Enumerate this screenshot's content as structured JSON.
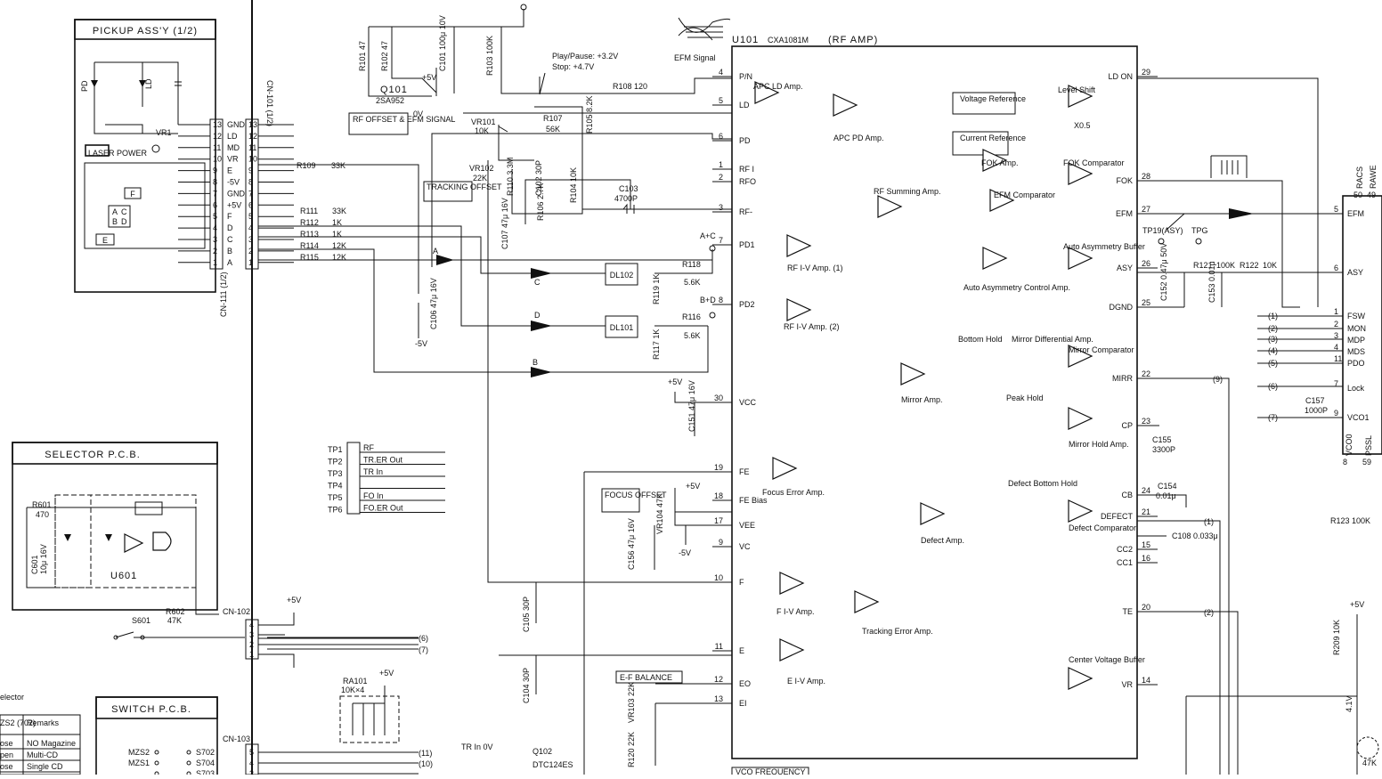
{
  "blocks": {
    "pickup": {
      "title": "PICKUP ASS'Y (1/2)",
      "laser_power": "LASER POWER",
      "vr": "VR1",
      "pd": "PD",
      "ld": "LD"
    },
    "selector": {
      "title": "SELECTOR P.C.B.",
      "u601": "U601",
      "r601": "R601",
      "r601v": "470",
      "c601": "C601",
      "c601v": "10μ 16V",
      "r602": "R602",
      "r602v": "47K",
      "s601": "S601"
    },
    "switch": {
      "title": "SWITCH P.C.B."
    },
    "ic": {
      "name": "U101",
      "part": "CXA1081M",
      "func": "(RF AMP)"
    }
  },
  "connectors": {
    "cn101": "CN-101 (1/2)",
    "cn111": "CN-111 (1/2)",
    "cn102": "CN-102",
    "cn103": "CN-103",
    "left_pins": [
      "13",
      "12",
      "11",
      "10",
      "9",
      "8",
      "7",
      "6",
      "5",
      "4",
      "3",
      "2",
      "1"
    ],
    "right_pins": [
      "13",
      "12",
      "11",
      "10",
      "9",
      "8",
      "7",
      "6",
      "5",
      "4",
      "3",
      "2",
      "1"
    ],
    "signals": [
      "GND",
      "LD",
      "MD",
      "VR",
      "E",
      "-5V",
      "GND",
      "+5V",
      "F",
      "D",
      "C",
      "B",
      "A"
    ]
  },
  "ic_left_pins": [
    {
      "num": "4",
      "name": "P/N"
    },
    {
      "num": "5",
      "name": "LD"
    },
    {
      "num": "6",
      "name": "PD"
    },
    {
      "num": "1",
      "name": "RF I"
    },
    {
      "num": "2",
      "name": "RFO"
    },
    {
      "num": "3",
      "name": "RF-"
    },
    {
      "num": "7",
      "name": "PD1"
    },
    {
      "num": "8",
      "name": "PD2"
    },
    {
      "num": "30",
      "name": "VCC"
    },
    {
      "num": "19",
      "name": "FE"
    },
    {
      "num": "18",
      "name": "FE Bias"
    },
    {
      "num": "17",
      "name": "VEE"
    },
    {
      "num": "9",
      "name": "VC"
    },
    {
      "num": "10",
      "name": "F"
    },
    {
      "num": "11",
      "name": "E"
    },
    {
      "num": "12",
      "name": "EO"
    },
    {
      "num": "13",
      "name": "EI"
    }
  ],
  "ic_right_pins": [
    {
      "num": "29",
      "name": "LD ON"
    },
    {
      "num": "28",
      "name": "FOK"
    },
    {
      "num": "27",
      "name": "EFM"
    },
    {
      "num": "26",
      "name": "ASY"
    },
    {
      "num": "25",
      "name": "DGND"
    },
    {
      "num": "22",
      "name": "MIRR"
    },
    {
      "num": "23",
      "name": "CP"
    },
    {
      "num": "24",
      "name": "CB"
    },
    {
      "num": "21",
      "name": "DEFECT"
    },
    {
      "num": "15",
      "name": "CC2"
    },
    {
      "num": "16",
      "name": "CC1"
    },
    {
      "num": "20",
      "name": "TE"
    },
    {
      "num": "14",
      "name": "VR"
    }
  ],
  "internal_blocks": [
    "APC LD Amp.",
    "APC PD Amp.",
    "Voltage Reference",
    "Current Reference",
    "Level Shift",
    "X0.5",
    "FOK Amp.",
    "FOK Comparator",
    "EFM Comparator",
    "Auto Asymmetry Buffer",
    "Auto Asymmetry Control Amp.",
    "RF Summing Amp.",
    "RF I-V Amp. (1)",
    "RF I-V Amp. (2)",
    "Bottom Hold",
    "Mirror Differential Amp.",
    "Mirror Comparator",
    "Mirror Amp.",
    "Peak Hold",
    "Mirror Hold Amp.",
    "Focus Error Amp.",
    "Defect Bottom Hold",
    "Defect Amp.",
    "Defect Comparator",
    "F I-V Amp.",
    "Tracking Error Amp.",
    "E I-V Amp.",
    "Center Voltage Buffer"
  ],
  "components": {
    "q101": "Q101",
    "q101p": "2SA952",
    "r101": "R101 47",
    "r102": "R102 47",
    "c101": "C101 100μ 10V",
    "r103": "R103 100K",
    "r108": "R108 120",
    "r107": "R107",
    "r107v": "56K",
    "r105": "R105 8.2K",
    "vr101": "VR101",
    "vr101v": "10K",
    "vr102": "VR102",
    "vr102v": "22K",
    "r109": "R109",
    "r109v": "33K",
    "r110": "R110 3.3M",
    "c102": "C102 30P",
    "r106": "R106 2.7K",
    "r104": "R104 10K",
    "c103": "C103",
    "c103v": "4700P",
    "c107": "C107 47μ 16V",
    "c106": "C106 47μ 16V",
    "r111": "R111",
    "r111v": "33K",
    "r112": "R112",
    "r112v": "1K",
    "r113": "R113",
    "r113v": "1K",
    "r114": "R114",
    "r114v": "12K",
    "r115": "R115",
    "r115v": "12K",
    "dl102": "DL102",
    "dl101": "DL101",
    "r118": "R118",
    "r118v": "5.6K",
    "r116": "R116",
    "r116v": "5.6K",
    "r119": "R119 1K",
    "r117": "R117 1K",
    "c151": "C151 47μ 16V",
    "vr104": "VR104 47K",
    "c156": "C156 47μ 16V",
    "c105": "C105 30P",
    "c104": "C104 30P",
    "vr103": "VR103 22K",
    "r120": "R120 22K",
    "c152": "C152 0.47μ 50V",
    "c153": "C153 0.01μ",
    "r121": "R121",
    "r121v": "100K",
    "r122": "R122",
    "r122v": "10K",
    "c154": "C154",
    "c154v": "0.01μ",
    "c155": "C155",
    "c155v": "3300P",
    "c108": "C108 0.033μ",
    "c157": "C157",
    "c157v": "1000P",
    "r123": "R123 100K",
    "r209": "R209 10K",
    "ra101": "RA101",
    "ra101v": "10K×4",
    "q102": "Q102",
    "q102p": "DTC124ES"
  },
  "notes": {
    "rf_offset": "RF OFFSET & EFM SIGNAL",
    "tracking_offset": "TRACKING OFFSET",
    "focus_offset": "FOCUS OFFSET",
    "ef_balance": "E-F BALANCE",
    "play_pause": "Play/Pause: +3.2V",
    "stop": "Stop: +4.7V",
    "efm_signal": "EFM Signal",
    "ov": "0V",
    "plus5": "+5V",
    "minus5": "-5V",
    "vco_freq": "VCO FREQUENCY",
    "tr_in_0v": "TR In 0V",
    "tp19": "TP19(ASY)",
    "tpg": "TPG",
    "selector_label": "elector",
    "voltage_417": "4.1V",
    "r_47k": "47K"
  },
  "test_points": [
    {
      "id": "TP1",
      "sig": "RF"
    },
    {
      "id": "TP2",
      "sig": "TR.ER Out"
    },
    {
      "id": "TP3",
      "sig": "TR In"
    },
    {
      "id": "TP4",
      "sig": ""
    },
    {
      "id": "TP5",
      "sig": "FO In"
    },
    {
      "id": "TP6",
      "sig": "FO.ER Out"
    }
  ],
  "signal_arrows": [
    "A",
    "C",
    "D",
    "B",
    "A+C",
    "B+D"
  ],
  "switch_rows": [
    {
      "sw": "MZS2",
      "s": "S702"
    },
    {
      "sw": "MZS1",
      "s": "S704"
    },
    {
      "sw": "",
      "s": "S703"
    }
  ],
  "switch_conn_pins": [
    "5",
    "4",
    "3"
  ],
  "cn102_pins": [
    "4",
    "3",
    "2",
    "1"
  ],
  "net_refs": [
    "(6)",
    "(7)",
    "(11)",
    "(10)",
    "(9)",
    "(1)",
    "(2)",
    "(3)"
  ],
  "mode_table": {
    "headers": [
      "ZS2 (702)",
      "Remarks"
    ],
    "rows": [
      [
        "ose",
        "NO Magazine"
      ],
      [
        "pen",
        "Multi-CD"
      ],
      [
        "ose",
        "Single CD"
      ]
    ]
  },
  "right_ic": {
    "pins": [
      {
        "num": "5",
        "name": "EFM"
      },
      {
        "num": "6",
        "name": "ASY"
      },
      {
        "num": "1",
        "name": "FSW"
      },
      {
        "num": "2",
        "name": "MON"
      },
      {
        "num": "3",
        "name": "MDP"
      },
      {
        "num": "4",
        "name": "MDS"
      },
      {
        "num": "11",
        "name": "PDO"
      },
      {
        "num": "7",
        "name": "Lock"
      },
      {
        "num": "9",
        "name": "VCO1"
      },
      {
        "num": "8",
        "name": "VCO0"
      },
      {
        "num": "59",
        "name": "PSSL"
      },
      {
        "num": "50",
        "name": "RACS"
      },
      {
        "num": "49",
        "name": "RAWE"
      }
    ],
    "net_pins": [
      "(1)",
      "(2)",
      "(3)",
      "(4)",
      "(5)",
      "(6)",
      "(7)"
    ]
  }
}
